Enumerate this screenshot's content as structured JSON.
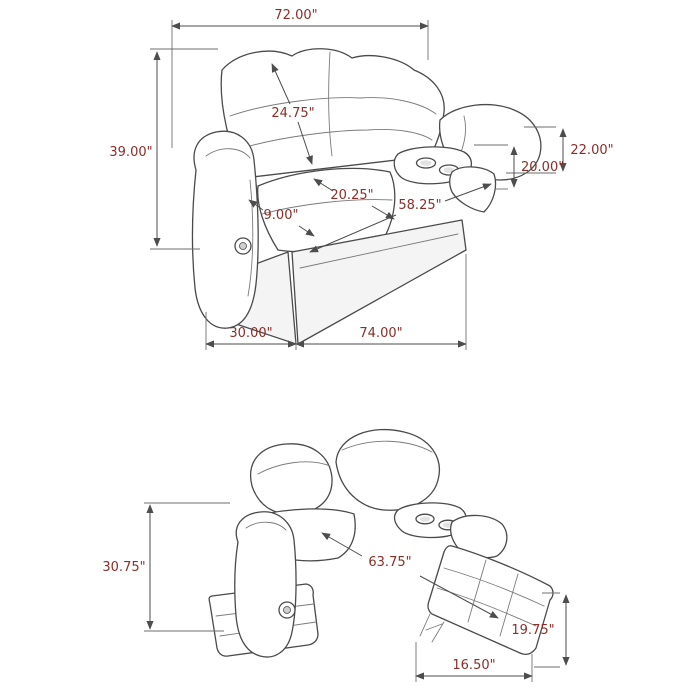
{
  "colors": {
    "line_art": "#4a4a4a",
    "dimension_lines": "#4d4d4d",
    "dimension_text": "#8a2e28",
    "background": "#ffffff"
  },
  "upright_view": {
    "overall_width": "72.00\"",
    "overall_height": "39.00\"",
    "back_cushion_height": "24.75\"",
    "arm_height": "22.00\"",
    "console_height": "20.00\"",
    "seat_depth": "20.25\"",
    "interior_seating_width": "58.25\"",
    "console_width": "9.00\"",
    "base_depth": "30.00\"",
    "base_width": "74.00\""
  },
  "reclined_view": {
    "reclined_back_height": "30.75\"",
    "reclined_overall_length": "63.75\"",
    "footrest_height": "19.75\"",
    "footrest_length": "16.50\""
  }
}
